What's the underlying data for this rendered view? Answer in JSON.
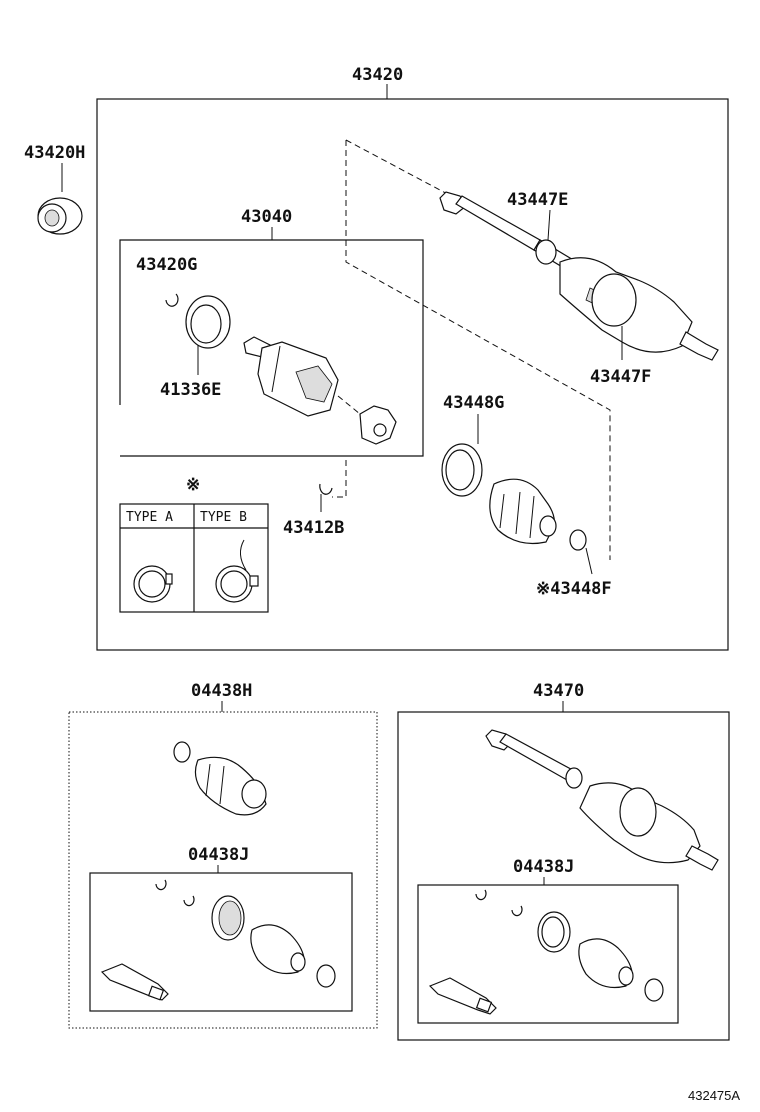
{
  "parts": {
    "p43420": "43420",
    "p43420H": "43420H",
    "p43040": "43040",
    "p43420G": "43420G",
    "p41336E": "41336E",
    "p43447E": "43447E",
    "p43447F": "43447F",
    "p43448G": "43448G",
    "p43412B": "43412B",
    "p43448F": "※43448F",
    "p04438H": "04438H",
    "p04438J_left": "04438J",
    "p43470": "43470",
    "p04438J_right": "04438J"
  },
  "legend": {
    "mark": "※",
    "type_a": "TYPE A",
    "type_b": "TYPE B"
  },
  "footer": {
    "ref": "432475A"
  }
}
